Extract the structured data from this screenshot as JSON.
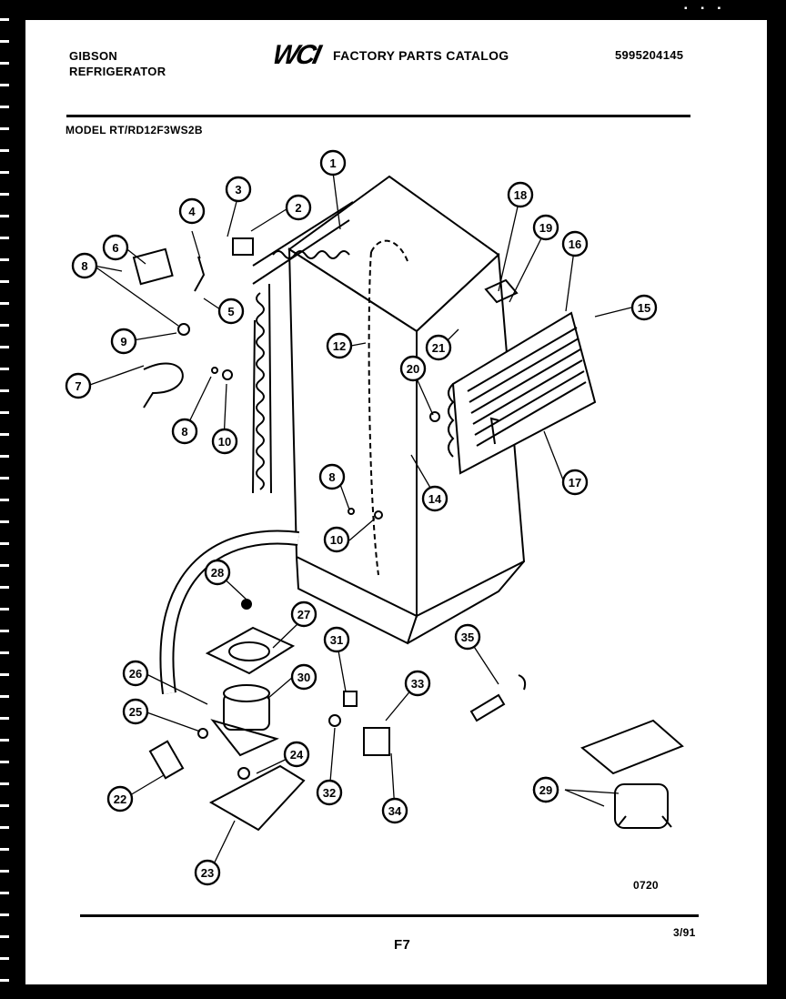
{
  "header": {
    "brand_line1": "GIBSON",
    "brand_line2": "REFRIGERATOR",
    "logo": "WCI",
    "catalog_title": "FACTORY PARTS CATALOG",
    "part_number": "5995204145"
  },
  "model": "MODEL RT/RD12F3WS2B",
  "callouts": [
    "1",
    "2",
    "3",
    "4",
    "5",
    "6",
    "7",
    "8",
    "9",
    "10",
    "12",
    "8",
    "10",
    "14",
    "15",
    "16",
    "17",
    "18",
    "19",
    "20",
    "21",
    "22",
    "23",
    "24",
    "25",
    "26",
    "27",
    "28",
    "29",
    "30",
    "31",
    "32",
    "33",
    "34",
    "35",
    "8",
    "29"
  ],
  "footer": {
    "drawing_code": "0720",
    "page": "F7",
    "date_code": "3/91"
  },
  "marks": "▪ ▪ ▪"
}
